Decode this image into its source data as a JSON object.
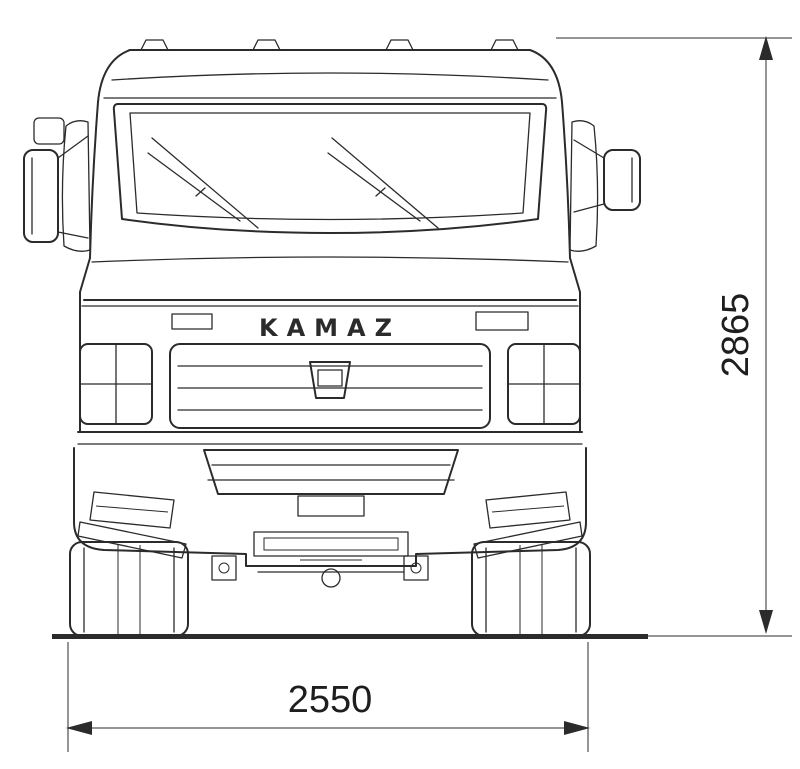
{
  "page": {
    "background": "#ffffff",
    "line_color": "#2b2b2b",
    "text_color": "#1e1e1e"
  },
  "drawing": {
    "badge": "KAMAZ",
    "height_dimension": "2865",
    "width_dimension": "2550"
  }
}
